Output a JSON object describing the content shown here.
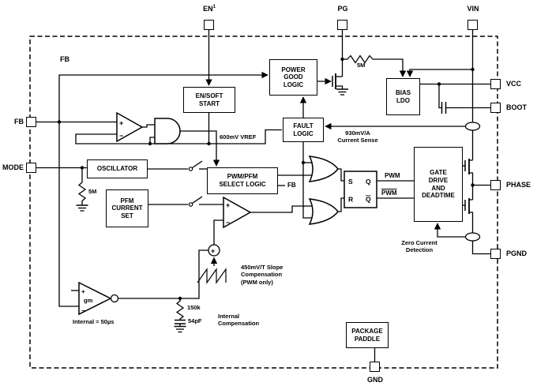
{
  "d": {
    "chip_label": "FB",
    "pins": {
      "en": "EN",
      "en_sup": "1",
      "pg": "PG",
      "vin": "VIN",
      "vcc": "VCC",
      "boot": "BOOT",
      "phase": "PHASE",
      "pgnd": "PGND",
      "fb": "FB",
      "mode": "MODE",
      "gnd": "GND"
    },
    "blocks": {
      "en_soft_start": "EN/SOFT\nSTART",
      "power_good_logic": "POWER\nGOOD\nLOGIC",
      "fault_logic": "FAULT\nLOGIC",
      "bias_ldo": "BIAS\nLDO",
      "oscillator": "OSCILLATOR",
      "pfm_current_set": "PFM\nCURRENT\nSET",
      "pwm_pfm_select_logic": "PWM/PFM\nSELECT LOGIC",
      "gate_drive": "GATE\nDRIVE\nAND\nDEADTIME",
      "package_paddle": "PACKAGE\nPADDLE"
    },
    "latch": {
      "s": "S",
      "r": "R",
      "q": "Q",
      "q_bar": "Q"
    },
    "labels": {
      "vref": "600mV VREF",
      "current_sense": "930mV/A\nCurrent Sense",
      "pwm": "PWM",
      "pwm_bar": "PWM",
      "zero_current": "Zero Current\nDetection",
      "slope_comp": "450mV/T Slope\nCompensation\n(PWM only)",
      "internal_comp": "Internal\nCompensation",
      "internal_50us": "Internal = 50µs",
      "pullup_res": "5M",
      "mode_res": "5M",
      "comp_res": "150k",
      "comp_cap": "54pF",
      "select_fb_input": "FB",
      "plus": "+",
      "minus": "−",
      "gm": "gm",
      "sum_plus": "+"
    }
  }
}
